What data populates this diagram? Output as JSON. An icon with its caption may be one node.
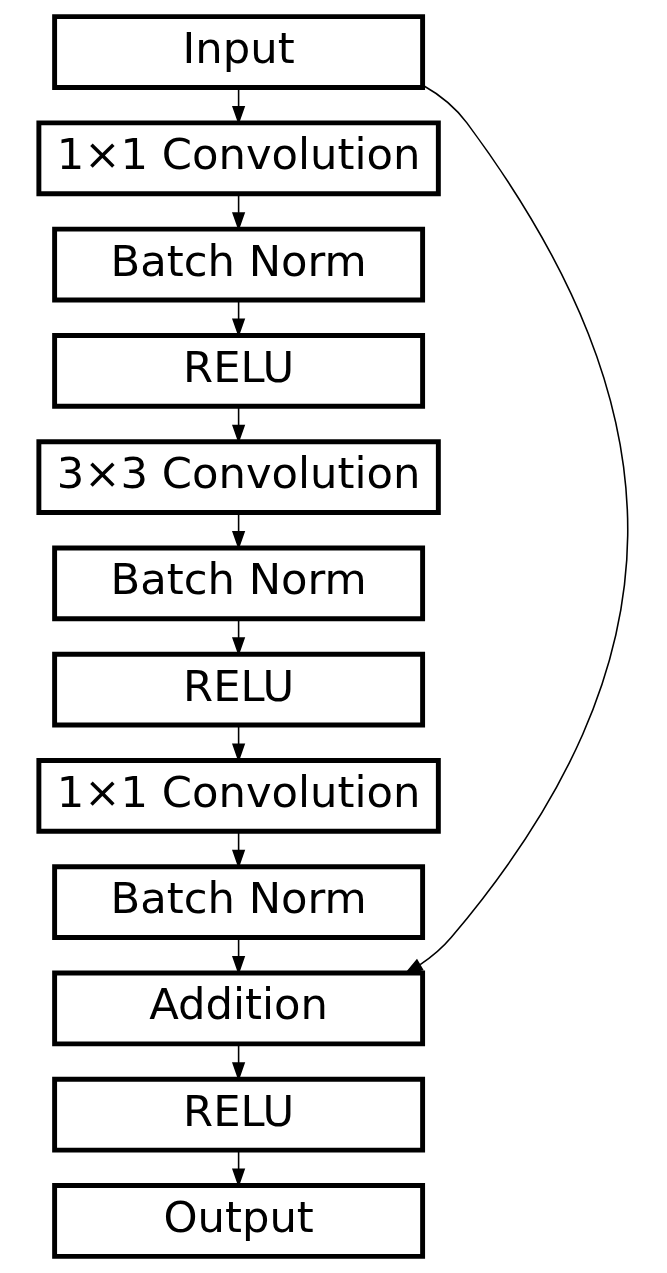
{
  "diagram": {
    "nodes": [
      {
        "text": [
          "Input"
        ]
      },
      {
        "text": [
          "1×1 Convolution"
        ]
      },
      {
        "text": [
          "Batch Norm"
        ]
      },
      {
        "text": [
          "RELU"
        ]
      },
      {
        "text": [
          "3×3 Convolution"
        ]
      },
      {
        "text": [
          "Batch Norm"
        ]
      },
      {
        "text": [
          "RELU"
        ]
      },
      {
        "text": [
          "1×1 Convolution"
        ]
      },
      {
        "text": [
          "Batch Norm"
        ]
      },
      {
        "text": [
          "Addition"
        ]
      },
      {
        "text": [
          "RELU"
        ]
      },
      {
        "text": [
          "Output"
        ]
      }
    ],
    "edges": [
      {
        "from": 0,
        "to": 1,
        "arrow": "to"
      },
      {
        "from": 1,
        "to": 2,
        "arrow": "to"
      },
      {
        "from": 2,
        "to": 3,
        "arrow": "to"
      },
      {
        "from": 3,
        "to": 4,
        "arrow": "to"
      },
      {
        "from": 4,
        "to": 5,
        "arrow": "to"
      },
      {
        "from": 5,
        "to": 6,
        "arrow": "to"
      },
      {
        "from": 6,
        "to": 7,
        "arrow": "to"
      },
      {
        "from": 7,
        "to": 8,
        "arrow": "to"
      },
      {
        "from": 8,
        "to": 9,
        "arrow": "to"
      },
      {
        "from": 0,
        "to": 9,
        "arrow": "to"
      },
      {
        "from": 9,
        "to": 10,
        "arrow": "to"
      },
      {
        "from": 10,
        "to": 11,
        "arrow": "to"
      }
    ]
  }
}
